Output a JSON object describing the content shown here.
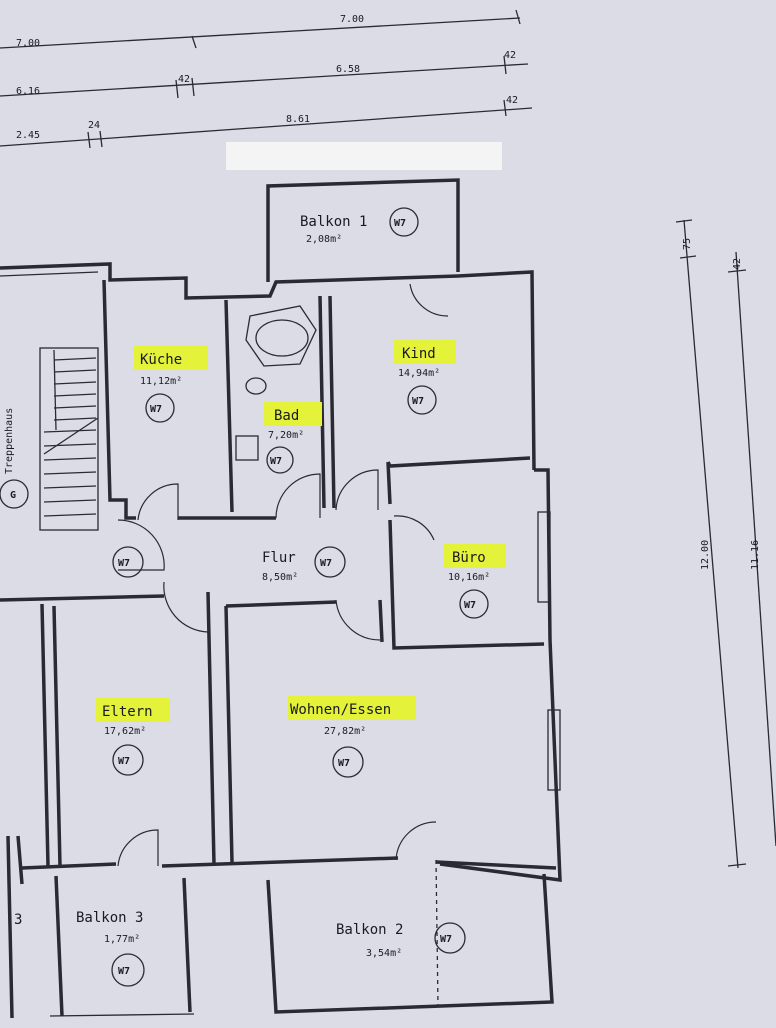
{
  "plan": {
    "room_tag": "W7",
    "redacted_label": "",
    "stair_label": "Treppenhaus",
    "stair_tag": "G"
  },
  "dimensions": {
    "top": [
      "7.00",
      "7.00",
      "6.16",
      "42",
      "6.58",
      "42",
      "2.45",
      "24",
      "8.61",
      "42"
    ],
    "right": [
      "75",
      "42",
      "12.00",
      "11.16"
    ]
  },
  "rooms": [
    {
      "id": "balkon1",
      "name": "Balkon 1",
      "area": "2,08m²",
      "highlight": false
    },
    {
      "id": "kueche",
      "name": "Küche",
      "area": "11,12m²",
      "highlight": true
    },
    {
      "id": "bad",
      "name": "Bad",
      "area": "7,20m²",
      "highlight": true
    },
    {
      "id": "kind",
      "name": "Kind",
      "area": "14,94m²",
      "highlight": true
    },
    {
      "id": "flur",
      "name": "Flur",
      "area": "8,50m²",
      "highlight": false
    },
    {
      "id": "buero",
      "name": "Büro",
      "area": "10,16m²",
      "highlight": true
    },
    {
      "id": "eltern",
      "name": "Eltern",
      "area": "17,62m²",
      "highlight": true
    },
    {
      "id": "wohnen",
      "name": "Wohnen/Essen",
      "area": "27,82m²",
      "highlight": true
    },
    {
      "id": "balkon3",
      "name": "Balkon 3",
      "area": "1,77m²",
      "highlight": false
    },
    {
      "id": "balkon2",
      "name": "Balkon 2",
      "area": "3,54m²",
      "highlight": false
    }
  ],
  "partial_label": "3"
}
